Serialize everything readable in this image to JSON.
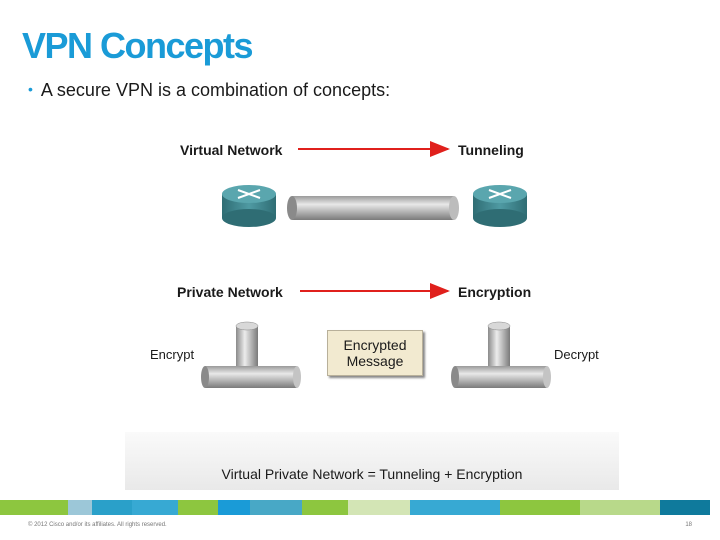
{
  "slide": {
    "title": "VPN Concepts",
    "bullet": "A secure VPN is a combination of concepts:"
  },
  "diagram": {
    "top_row": {
      "left_label": "Virtual Network",
      "right_label": "Tunneling"
    },
    "middle_row": {
      "left_label": "Private Network",
      "right_label": "Encryption"
    },
    "encrypt_label": "Encrypt",
    "decrypt_label": "Decrypt",
    "message_line1": "Encrypted",
    "message_line2": "Message",
    "equation": "Virtual Private Network = Tunneling + Encryption",
    "arrow_color": "#e0201c",
    "router_color": "#3f8a94"
  },
  "footer": {
    "copyright": "© 2012 Cisco and/or its affiliates. All rights reserved.",
    "page_number": "18",
    "bar_colors": [
      "#8dc63f",
      "#7ab1c8",
      "#1a9bd7",
      "#37a9d3",
      "#8dc63f",
      "#b8d98a",
      "#48a8c6",
      "#1a9bd7",
      "#8dc63f",
      "#d3e5b5",
      "#0f7a9c"
    ]
  }
}
